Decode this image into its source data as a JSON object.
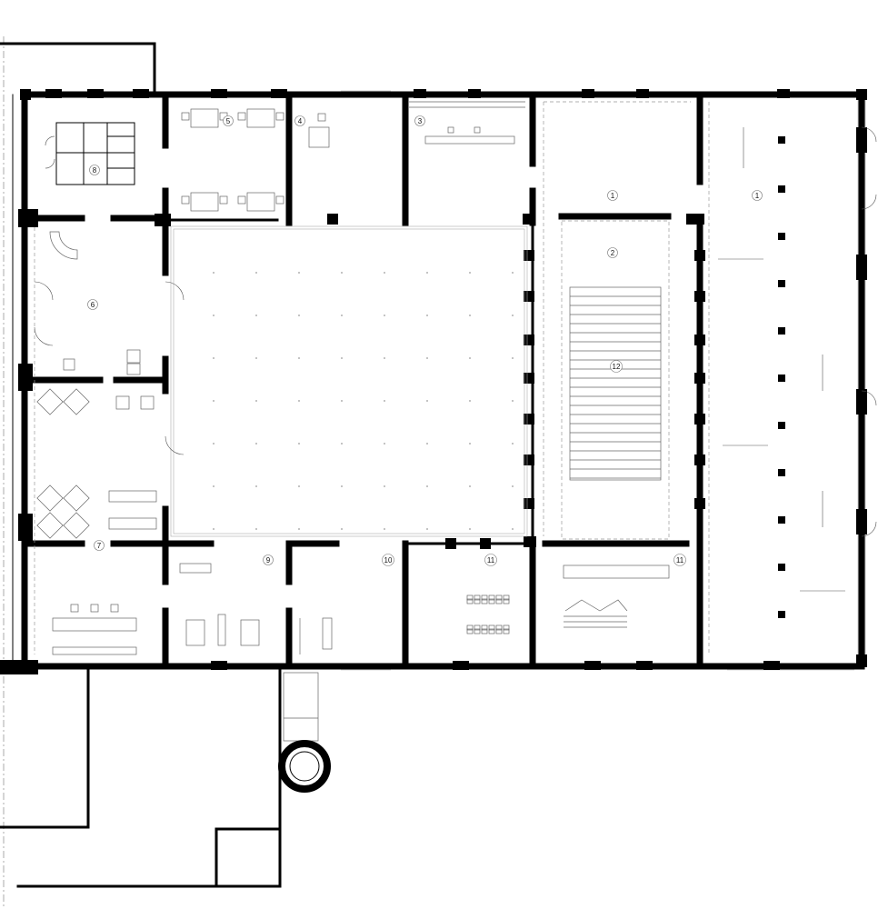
{
  "room_labels": [
    {
      "id": "1",
      "text": "1"
    },
    {
      "id": "1b",
      "text": "1"
    },
    {
      "id": "2",
      "text": "2"
    },
    {
      "id": "3",
      "text": "3"
    },
    {
      "id": "4",
      "text": "4"
    },
    {
      "id": "5",
      "text": "5"
    },
    {
      "id": "6",
      "text": "6"
    },
    {
      "id": "7",
      "text": "7"
    },
    {
      "id": "8",
      "text": "8"
    },
    {
      "id": "9",
      "text": "9"
    },
    {
      "id": "10",
      "text": "10"
    },
    {
      "id": "11",
      "text": "11"
    },
    {
      "id": "11b",
      "text": "11"
    },
    {
      "id": "12",
      "text": "12"
    }
  ]
}
